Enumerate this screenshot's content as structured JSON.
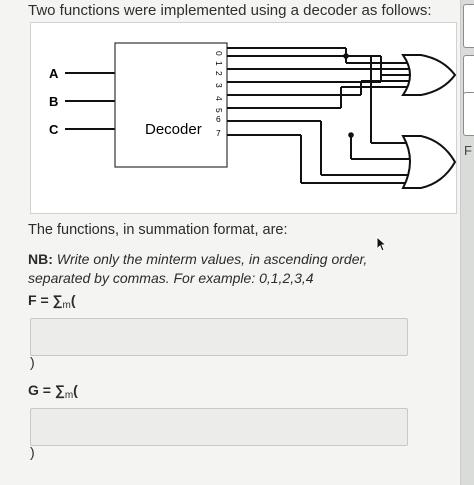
{
  "question": {
    "text": "Two functions were implemented using a decoder as follows:"
  },
  "diagram": {
    "inputs": [
      "A",
      "B",
      "C"
    ],
    "decoder_label": "Decoder",
    "outputs": [
      "0",
      "1",
      "2",
      "3",
      "4",
      "5",
      "6",
      "7"
    ]
  },
  "intro": "The functions, in summation format, are:",
  "nb": {
    "prefix": "NB:",
    "text": "Write only the minterm values, in ascending order, separated by commas. For example: 0,1,2,3,4"
  },
  "fields": [
    {
      "var": "F",
      "eq": " = ∑",
      "sub": "m",
      "paren": "(",
      "value": "",
      "placeholder": "",
      "close": ")"
    },
    {
      "var": "G",
      "eq": " = ∑",
      "sub": "m",
      "paren": "(",
      "value": "",
      "placeholder": "",
      "close": ")"
    }
  ],
  "side": {
    "letter": "F"
  }
}
